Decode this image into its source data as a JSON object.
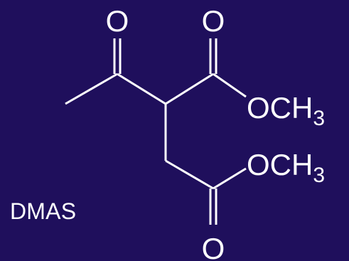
{
  "colors": {
    "background": "#1f0f5c",
    "foreground": "#ffffff"
  },
  "molecule": {
    "label": "DMAS",
    "atoms": {
      "acetyl_oxygen": "O",
      "ester1_carbonyl_oxygen": "O",
      "ester1_ether_group": {
        "main": "OCH",
        "subscript": "3"
      },
      "ester2_ether_group": {
        "main": "OCH",
        "subscript": "3"
      },
      "ester2_carbonyl_oxygen": "O"
    }
  }
}
